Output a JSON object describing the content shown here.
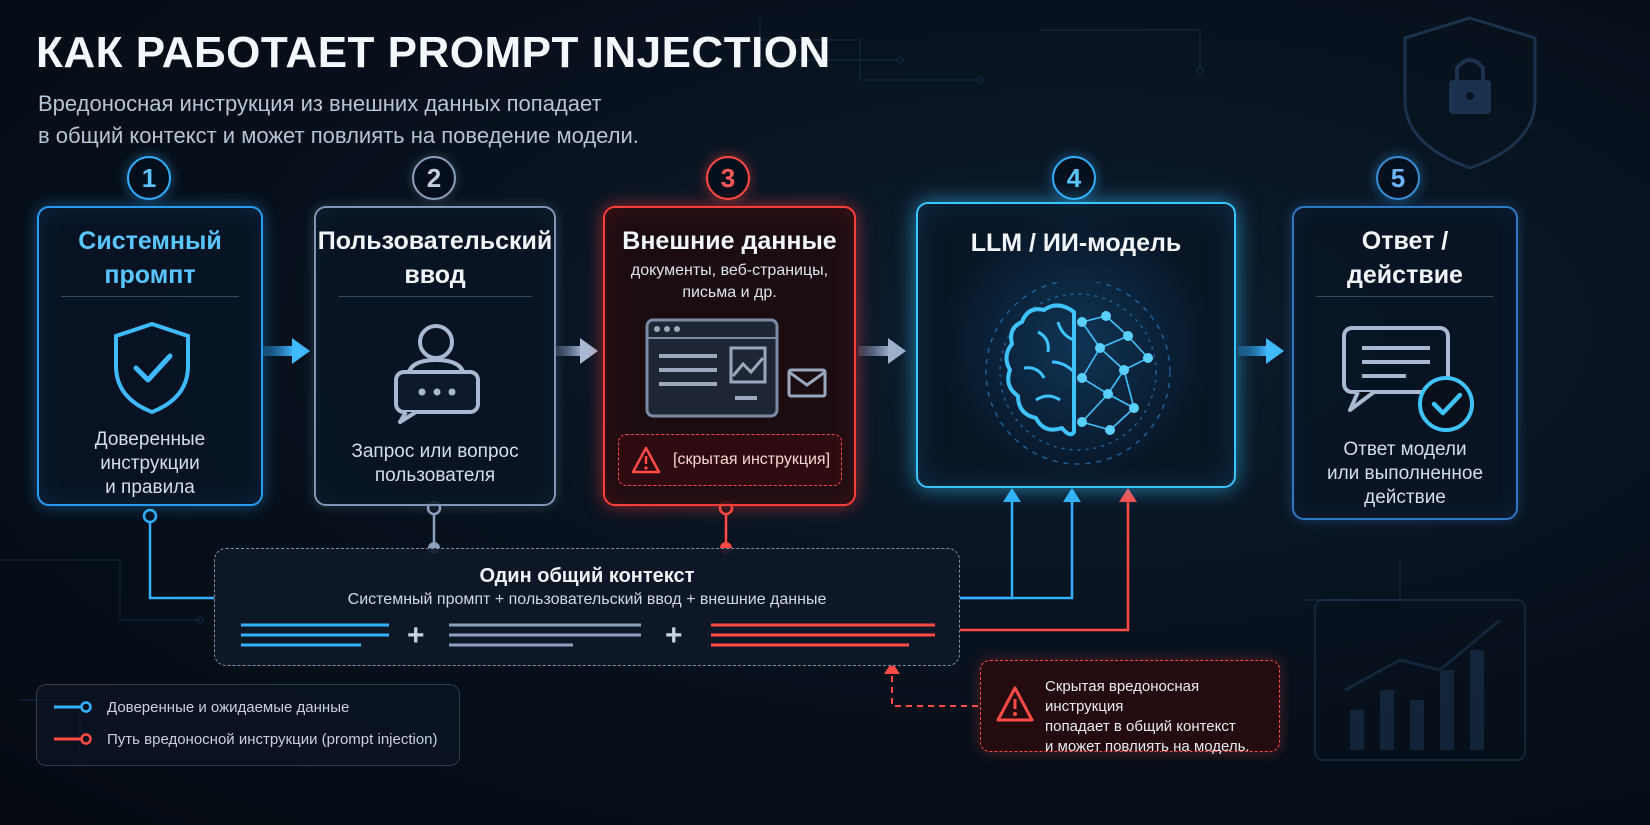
{
  "header": {
    "title": "КАК РАБОТАЕТ PROMPT INJECTION",
    "subtitle_line1": "Вредоносная инструкция из внешних данных попадает",
    "subtitle_line2": "в общий контекст и может повлиять на поведение модели."
  },
  "steps": [
    {
      "number": "1",
      "title_line1": "Системный",
      "title_line2": "промпт",
      "desc_line1": "Доверенные",
      "desc_line2": "инструкции",
      "desc_line3": "и правила"
    },
    {
      "number": "2",
      "title_line1": "Пользовательский",
      "title_line2": "ввод",
      "desc_line1": "Запрос или вопрос",
      "desc_line2": "пользователя"
    },
    {
      "number": "3",
      "title": "Внешние данные",
      "sub_line1": "документы, веб-страницы,",
      "sub_line2": "письма и др.",
      "hidden_label": "[скрытая инструкция]"
    },
    {
      "number": "4",
      "title": "LLM / ИИ-модель"
    },
    {
      "number": "5",
      "title_line1": "Ответ /",
      "title_line2": "действие",
      "desc_line1": "Ответ модели",
      "desc_line2": "или выполненное",
      "desc_line3": "действие"
    }
  ],
  "context": {
    "title": "Один общий контекст",
    "subtitle": "Системный промпт + пользовательский ввод + внешние данные",
    "plus": "+"
  },
  "legend": {
    "trusted": "Доверенные и ожидаемые данные",
    "malicious": "Путь вредоносной инструкции (prompt injection)"
  },
  "warning": {
    "line1": "Скрытая вредоносная инструкция",
    "line2": "попадает в общий контекст",
    "line3": "и может повлиять на модель."
  },
  "colors": {
    "trusted": "#33b0ff",
    "user": "#8da1bf",
    "malicious": "#ff4a45",
    "background": "#07101b"
  },
  "icons": [
    "shield-check-icon",
    "user-chat-icon",
    "browser-window-icon",
    "mail-icon",
    "warning-icon",
    "brain-network-icon",
    "chat-check-icon",
    "lock-shield-icon"
  ]
}
